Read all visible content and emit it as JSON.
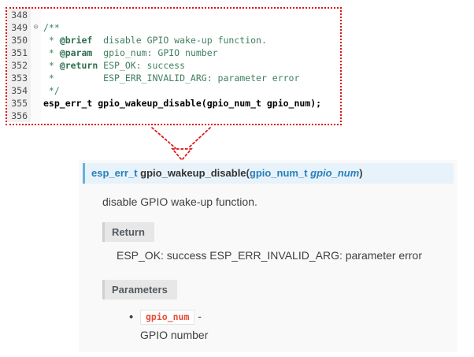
{
  "colors": {
    "highlight_red": "#dd1111",
    "comment_green": "#3f7f5f",
    "signature_bg": "#e7f2fa",
    "signature_accent": "#6ab0de",
    "keyword_blue": "#2980b9",
    "inline_code_red": "#e74c3c"
  },
  "editor": {
    "lines": [
      {
        "num": "348",
        "fold": "",
        "segments": []
      },
      {
        "num": "349",
        "fold": "⊖",
        "segments": [
          {
            "text": "/**",
            "style": "comment"
          }
        ]
      },
      {
        "num": "350",
        "fold": "",
        "segments": [
          {
            "text": " * ",
            "style": "comment"
          },
          {
            "text": "@brief",
            "style": "tag"
          },
          {
            "text": "  disable GPIO wake-up function.",
            "style": "comment"
          }
        ]
      },
      {
        "num": "351",
        "fold": "",
        "segments": [
          {
            "text": " * ",
            "style": "comment"
          },
          {
            "text": "@param",
            "style": "tag"
          },
          {
            "text": "  gpio_num: GPIO number",
            "style": "comment"
          }
        ]
      },
      {
        "num": "352",
        "fold": "",
        "segments": [
          {
            "text": " * ",
            "style": "comment"
          },
          {
            "text": "@return",
            "style": "tag"
          },
          {
            "text": " ESP_OK: success",
            "style": "comment"
          }
        ]
      },
      {
        "num": "353",
        "fold": "",
        "segments": [
          {
            "text": " *         ESP_ERR_INVALID_ARG: parameter error",
            "style": "comment"
          }
        ]
      },
      {
        "num": "354",
        "fold": "",
        "segments": [
          {
            "text": " */",
            "style": "comment"
          }
        ]
      },
      {
        "num": "355",
        "fold": "",
        "segments": [
          {
            "text": "esp_err_t gpio_wakeup_disable(gpio_num_t gpio_num);",
            "style": "decl"
          }
        ]
      },
      {
        "num": "356",
        "fold": "",
        "segments": []
      }
    ]
  },
  "doc": {
    "signature": [
      {
        "text": "esp_err_t ",
        "style": "kw"
      },
      {
        "text": "gpio_wakeup_disable",
        "style": "name"
      },
      {
        "text": "(",
        "style": "plain"
      },
      {
        "text": "gpio_num_t ",
        "style": "kw"
      },
      {
        "text": "gpio_num",
        "style": "arg"
      },
      {
        "text": ")",
        "style": "plain"
      }
    ],
    "brief": "disable GPIO wake-up function.",
    "return_label": "Return",
    "return_text": "ESP_OK: success ESP_ERR_INVALID_ARG: parameter error",
    "parameters_label": "Parameters",
    "parameter": {
      "name": "gpio_num",
      "separator": " - ",
      "description": "GPIO number"
    }
  }
}
